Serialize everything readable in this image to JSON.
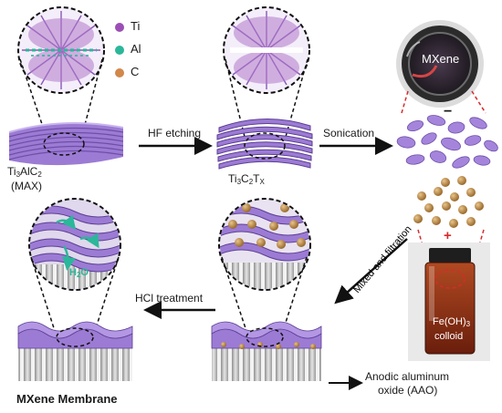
{
  "legend": {
    "items": [
      {
        "label": "Ti",
        "color": "#9b4fb5"
      },
      {
        "label": "Al",
        "color": "#2bb79a"
      },
      {
        "label": "C",
        "color": "#d2874b"
      }
    ]
  },
  "labels": {
    "max_main": "Ti",
    "max_sub1": "3",
    "max_mid": "AlC",
    "max_sub2": "2",
    "max_paren": "(MAX)",
    "tx_main": "Ti",
    "tx_sub1": "3",
    "tx_mid": "C",
    "tx_sub2": "2",
    "tx_t": "T",
    "tx_sub3": "X",
    "mxene_vial": "MXene",
    "minus": "−",
    "plus": "+",
    "fe_line1": "Fe(OH)",
    "fe_sub": "3",
    "fe_line2": "colloid",
    "h2o_h": "H",
    "h2o_sub": "2",
    "h2o_o": "O",
    "mxene_membrane": "MXene Membrane",
    "aao_line1": "Anodic aluminum",
    "aao_line2": "oxide (AAO)"
  },
  "steps": {
    "hf": "HF etching",
    "sonication": "Sonication",
    "mixed": "Mixed and filtration",
    "hcl": "HCl treatment"
  },
  "colors": {
    "mxene_purple": "#9c7bd4",
    "mxene_dark": "#6e4fa8",
    "al_teal": "#2bb79a",
    "fe_brown": "#b8863f",
    "aao_gray": "#b9b9b9",
    "colloid_red": "#8a2e16"
  }
}
